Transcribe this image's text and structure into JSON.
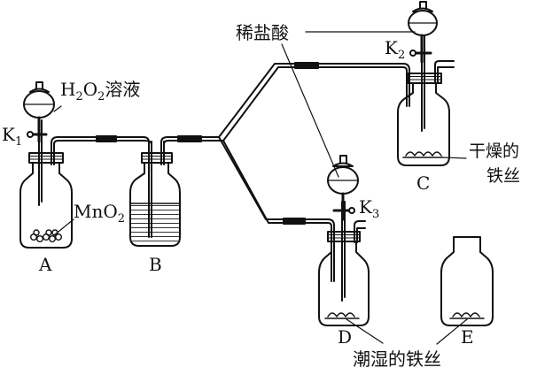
{
  "labels": {
    "h2o2_main": "H",
    "h2o2_sub1": "2",
    "h2o2_o": "O",
    "h2o2_sub2": "2",
    "h2o2_rest": "溶液",
    "mno2_main": "MnO",
    "mno2_sub": "2",
    "k1_main": "K",
    "k1_sub": "1",
    "k2_main": "K",
    "k2_sub": "2",
    "k3_main": "K",
    "k3_sub": "3",
    "hcl": "稀盐酸",
    "dry_line1": "干燥的",
    "dry_line2": "铁丝",
    "wet": "潮湿的铁丝",
    "a": "A",
    "b": "B",
    "c": "C",
    "d": "D",
    "e": "E"
  }
}
